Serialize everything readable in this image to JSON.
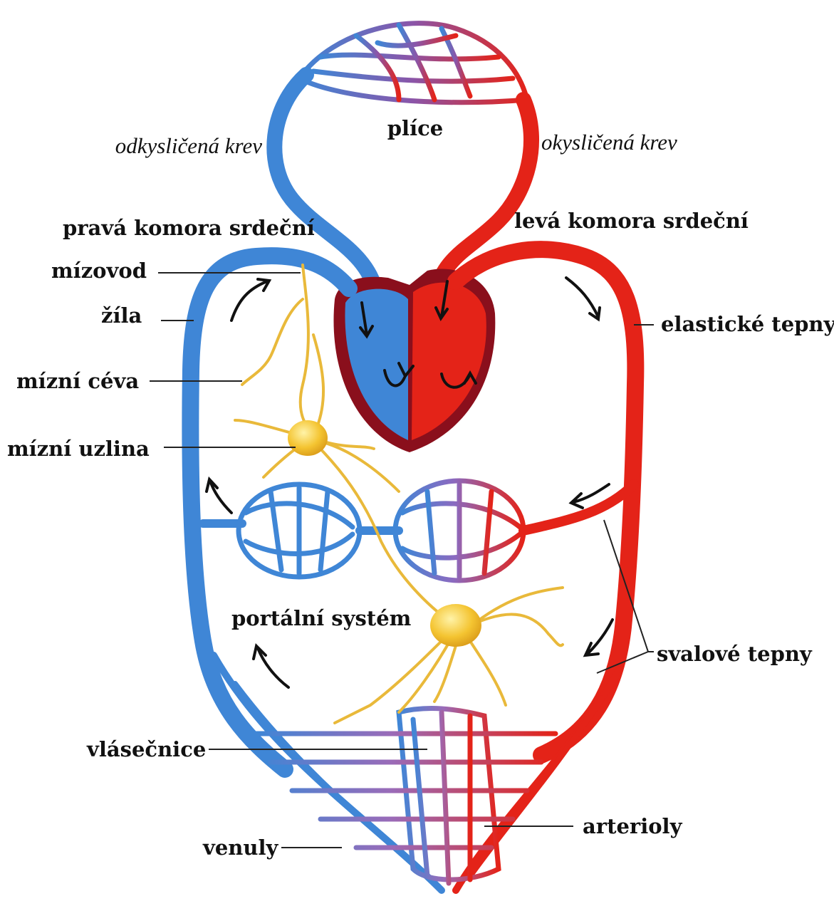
{
  "labels": {
    "lungs": "plíce",
    "deoxygenated_blood": "odkysličená krev",
    "oxygenated_blood": "okysličená krev",
    "right_ventricle": "pravá komora srdeční",
    "left_ventricle": "levá komora srdeční",
    "lymph_duct": "mízovod",
    "vein": "žíla",
    "lymph_vessel": "mízní céva",
    "lymph_node": "mízní uzlina",
    "elastic_arteries": "elastické tepny",
    "portal_system": "portální systém",
    "muscular_arteries": "svalové tepny",
    "capillaries": "vlásečnice",
    "arterioles": "arterioly",
    "venules": "venuly"
  },
  "colors": {
    "deoxygenated": "#3f86d6",
    "oxygenated": "#e42318",
    "heart_outline": "#8a0f1c",
    "lymph": "#e9b93a",
    "lymph_node": "#f4c431"
  }
}
